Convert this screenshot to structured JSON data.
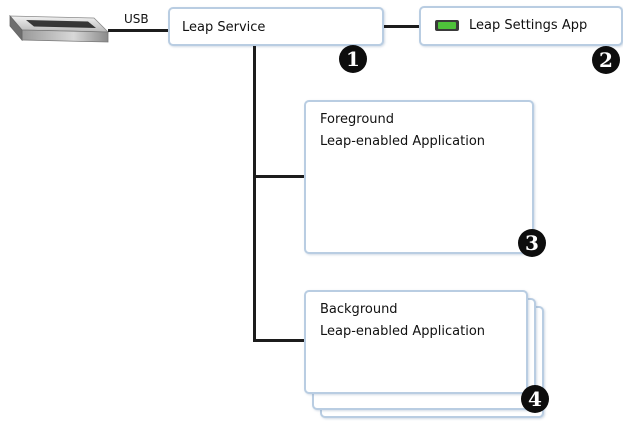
{
  "usb_label": "USB",
  "service": {
    "label": "Leap Service",
    "badge": "1"
  },
  "settings_app": {
    "label": "Leap Settings App",
    "badge": "2",
    "indicator_color": "#4ec23a"
  },
  "foreground": {
    "line1": "Foreground",
    "line2": "Leap-enabled Application",
    "badge": "3"
  },
  "background": {
    "line1": "Background",
    "line2": "Leap-enabled Application",
    "badge": "4"
  },
  "colors": {
    "box_border": "#b9cde2",
    "connector": "#1c1c1c",
    "badge": "#0d0d0d"
  }
}
